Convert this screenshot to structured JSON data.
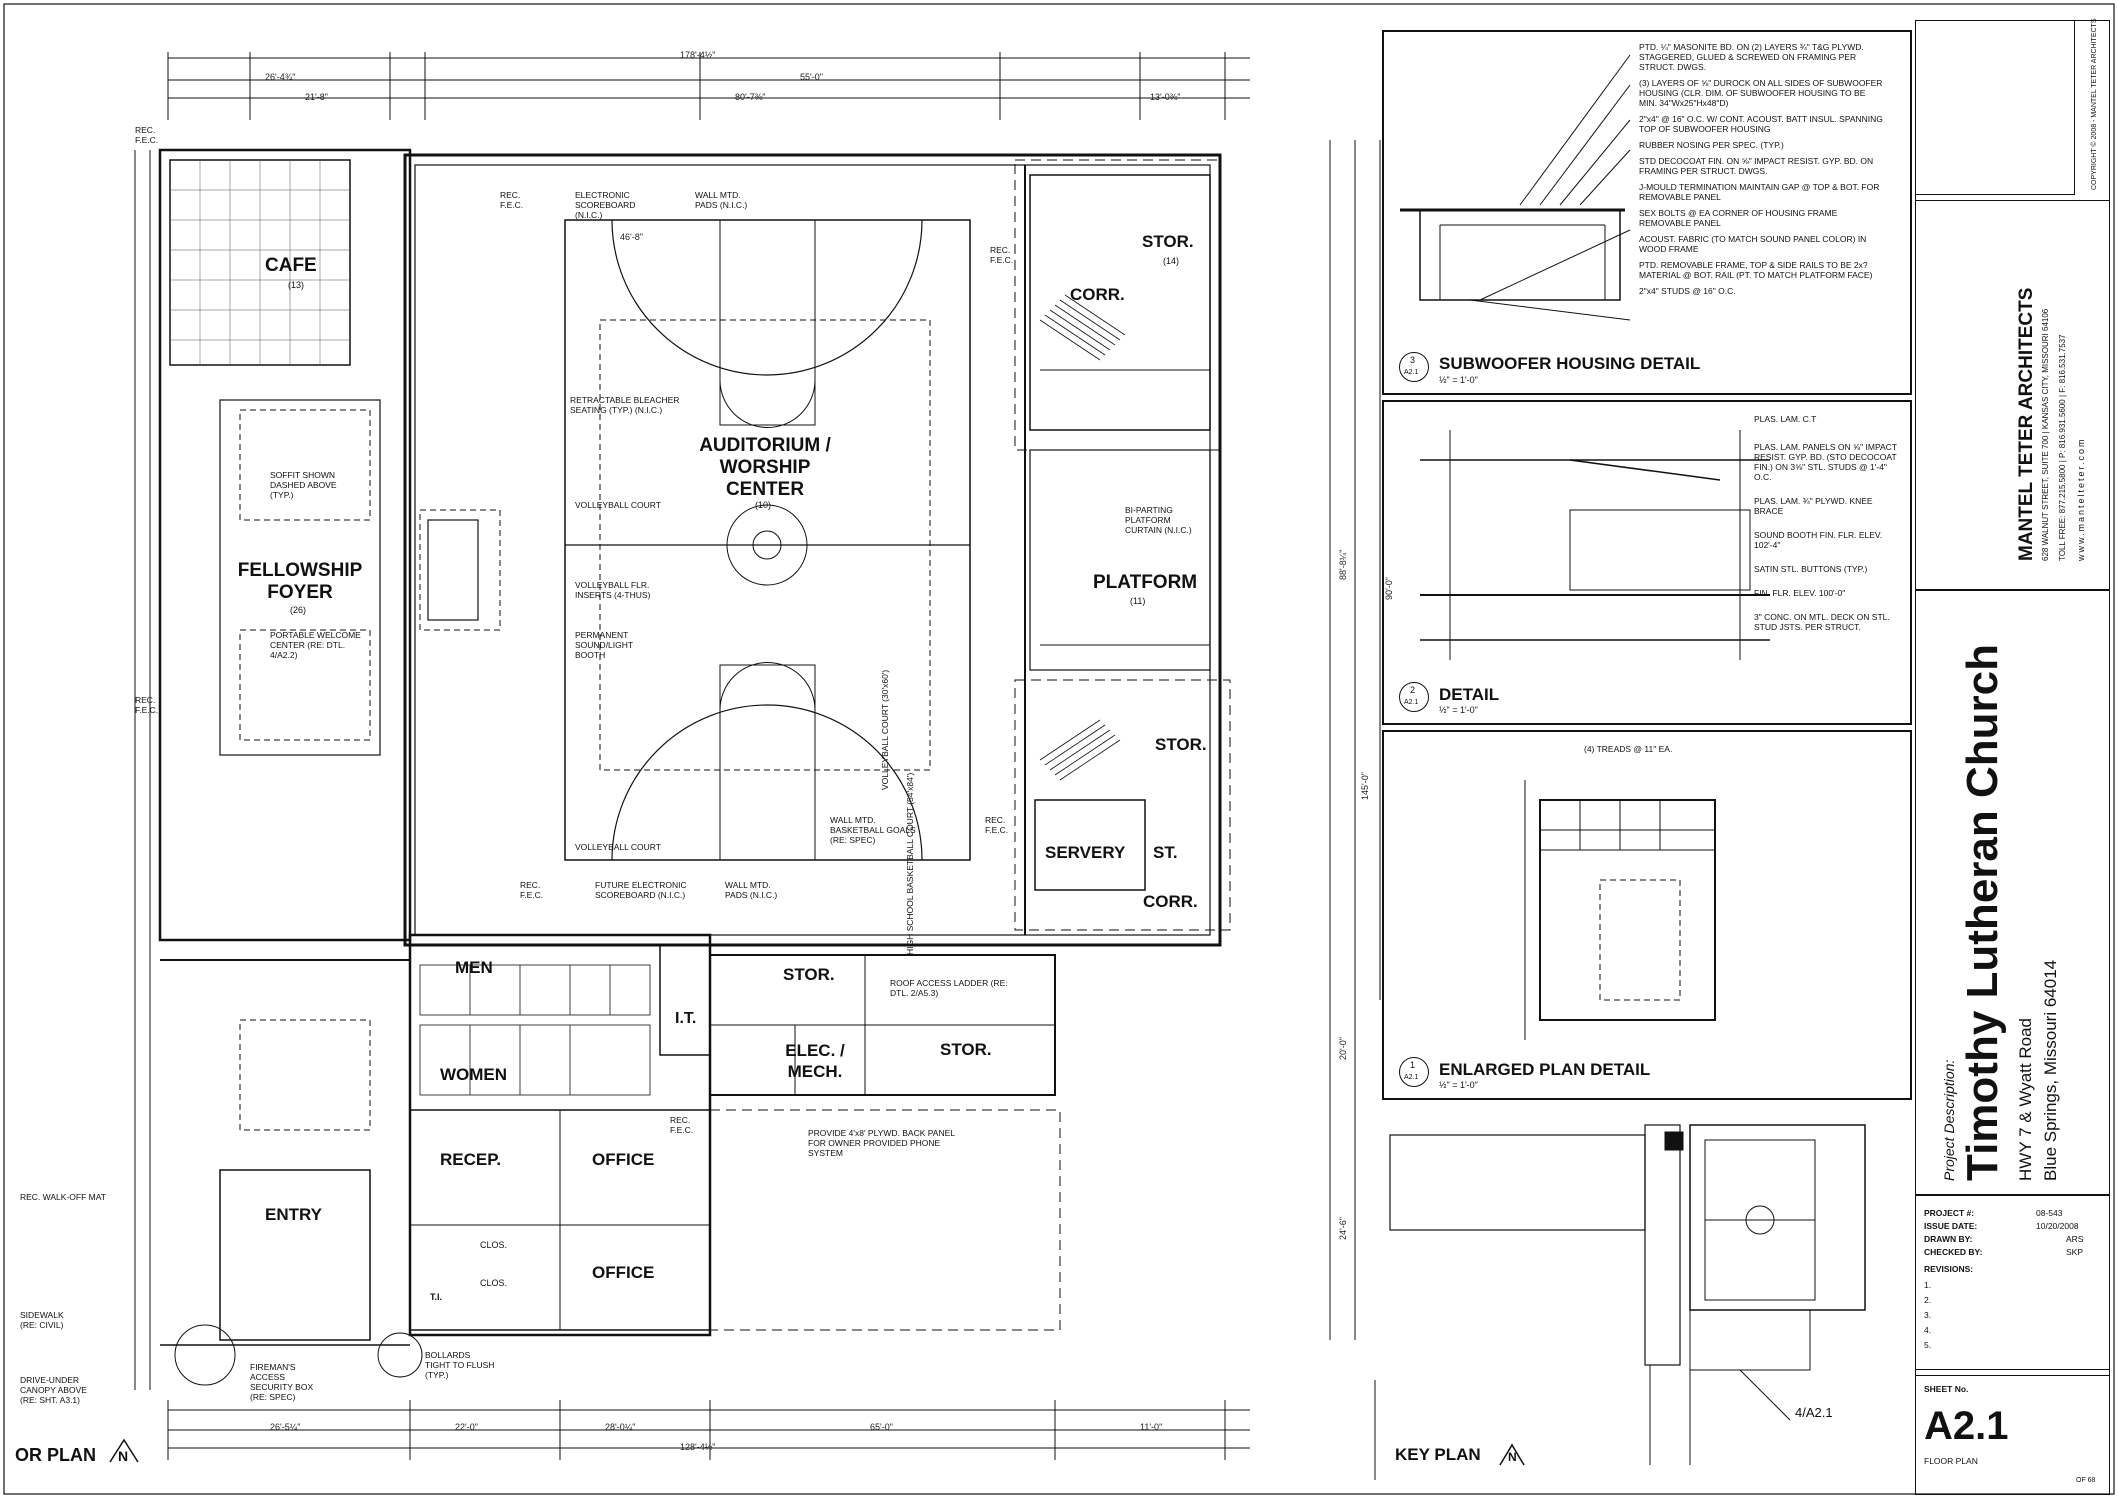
{
  "rooms": {
    "cafe": "CAFE",
    "cafe_num": "(13)",
    "auditorium": "AUDITORIUM / WORSHIP CENTER",
    "auditorium_num": "(10)",
    "fellowship": "FELLOWSHIP FOYER",
    "fellowship_num": "(26)",
    "platform": "PLATFORM",
    "platform_num": "(11)",
    "stor1": "STOR.",
    "stor1_num": "(14)",
    "corr1": "CORR.",
    "stor2": "STOR.",
    "servery": "SERVERY",
    "st": "ST.",
    "corr2": "CORR.",
    "men": "MEN",
    "women": "WOMEN",
    "it": "I.T.",
    "stor3": "STOR.",
    "elec": "ELEC. / MECH.",
    "stor4": "STOR.",
    "recep": "RECEP.",
    "office1": "OFFICE",
    "office2": "OFFICE",
    "entry": "ENTRY",
    "clos1": "CLOS.",
    "clos2": "CLOS.",
    "ti": "T.I."
  },
  "notes": {
    "rec_fec": "REC. F.E.C.",
    "electronic_scoreboard": "ELECTRONIC SCOREBOARD (N.I.C.)",
    "wall_pads": "WALL MTD. PADS (N.I.C.)",
    "retractable": "RETRACTABLE BLEACHER SEATING (TYP.) (N.I.C.)",
    "soffit": "SOFFIT SHOWN DASHED ABOVE (TYP.)",
    "portable": "PORTABLE WELCOME CENTER (RE: DTL. 4/A2.2)",
    "volleyball_court": "VOLLEYBALL COURT",
    "volleyball_inserts": "VOLLEYBALL FLR. INSERTS (4-THUS)",
    "sound_booth": "PERMANENT SOUND/LIGHT BOOTH",
    "bi_parting": "BI-PARTING PLATFORM CURTAIN (N.I.C.)",
    "basketball_goals": "WALL MTD. BASKETBALL GOALS (RE: SPEC)",
    "future_scoreboard": "FUTURE ELECTRONIC SCOREBOARD (N.I.C.)",
    "roof_ladder": "ROOF ACCESS LADDER (RE: DTL. 2/A5.3)",
    "phone_panel": "PROVIDE 4'x8' PLYWD. BACK PANEL FOR OWNER PROVIDED PHONE SYSTEM",
    "walk_off": "REC. WALK-OFF MAT",
    "sidewalk": "SIDEWALK (RE: CIVIL)",
    "drive_under": "DRIVE-UNDER CANOPY ABOVE (RE: SHT. A3.1)",
    "firemans": "FIREMAN'S ACCESS SECURITY BOX (RE: SPEC)",
    "bollards": "BOLLARDS TIGHT TO FLUSH (TYP.)",
    "hs_court": "HIGH SCHOOL BASKETBALL COURT (54'x84')",
    "volleyball_side": "VOLLEYBALL COURT (30'x60')"
  },
  "dimensions": {
    "overall_width": "178'-4½\"",
    "top_b": "55'-0\"",
    "top_c": "26'-4¾\"",
    "top_d": "80'-7⅜\"",
    "top_e": "21'-8\"",
    "top_f": "13'-0⅜\"",
    "court_w": "46'-8\"",
    "bot_a": "26'-5¼\"",
    "bot_b": "22'-0\"",
    "bot_c": "28'-0¼\"",
    "bot_d": "65'-0\"",
    "bot_e": "11'-0\"",
    "bot_overall": "128'-4½\"",
    "side_a": "88'-8¼\"",
    "side_b": "145'-0\"",
    "side_c": "90'-0\"",
    "side_d": "20'-0\"",
    "side_e": "24'-6\""
  },
  "floor_plan_label": "OR PLAN",
  "north": "N",
  "subwoofer": {
    "title": "SUBWOOFER HOUSING DETAIL",
    "scale": "½\" = 1'-0\"",
    "num": "3",
    "sheet": "A2.1",
    "notes": [
      "PTD. ¼\" MASONITE BD. ON (2) LAYERS ¾\" T&G PLYWD. STAGGERED, GLUED & SCREWED ON FRAMING PER STRUCT. DWGS.",
      "(3) LAYERS OF ⅝\" DUROCK ON ALL SIDES OF SUBWOOFER HOUSING (CLR. DIM. OF SUBWOOFER HOUSING TO BE MIN. 34\"Wx25\"Hx48\"D)",
      "2\"x4\" @ 16\" O.C. W/ CONT. ACOUST. BATT INSUL. SPANNING TOP OF SUBWOOFER HOUSING",
      "RUBBER NOSING PER SPEC. (TYP.)",
      "STD DECOCOAT FIN. ON ⅝\" IMPACT RESIST. GYP. BD. ON FRAMING PER STRUCT. DWGS.",
      "J-MOULD TERMINATION MAINTAIN GAP @ TOP & BOT. FOR REMOVABLE PANEL",
      "SEX BOLTS @ EA CORNER OF HOUSING FRAME REMOVABLE PANEL",
      "ACOUST. FABRIC (TO MATCH SOUND PANEL COLOR) IN WOOD FRAME",
      "PTD. REMOVABLE FRAME, TOP & SIDE RAILS TO BE 2x? MATERIAL @ BOT. RAIL (PT. TO MATCH PLATFORM FACE)",
      "2\"x4\" STUDS @ 16\" O.C."
    ]
  },
  "detail": {
    "title": "DETAIL",
    "scale": "½\" = 1'-0\"",
    "num": "2",
    "sheet": "A2.1",
    "notes": [
      "PLAS. LAM. C.T",
      "PLAS. LAM. PANELS ON ⅝\" IMPACT RESIST. GYP. BD. (STO DECOCOAT FIN.) ON 3⅝\" STL. STUDS @ 1'-4\" O.C.",
      "PLAS. LAM. ¾\" PLYWD. KNEE BRACE",
      "SOUND BOOTH FIN. FLR. ELEV. 102'-4\"",
      "SATIN STL. BUTTONS (TYP.)",
      "FIN. FLR. ELEV. 100'-0\"",
      "3\" CONC. ON MTL. DECK ON STL. STUD JSTS. PER STRUCT."
    ]
  },
  "enlarged": {
    "title": "ENLARGED PLAN DETAIL",
    "scale": "½\" = 1'-0\"",
    "num": "1",
    "sheet": "A2.1",
    "treads": "(4) TREADS @ 11\" EA."
  },
  "key_plan": {
    "title": "KEY PLAN",
    "callout": "4/A2.1"
  },
  "firm": {
    "name": "MANTEL TETER ARCHITECTS",
    "address": "628 WALNUT STREET, SUITE 700 | KANSAS CITY, MISSOURI 64106",
    "phone": "TOLL FREE: 877.215.5800 | P: 816.931.5600 | F: 816.531.7537",
    "web": "www.mantelteter.com",
    "copyright": "COPYRIGHT © 2008 - MANTEL TETER ARCHITECTS"
  },
  "project": {
    "label": "Project Description:",
    "name": "Timothy Lutheran Church",
    "road": "HWY 7 & Wyatt Road",
    "city": "Blue Springs, Missouri 64014"
  },
  "info": {
    "project_no_label": "PROJECT #:",
    "project_no": "08-543",
    "issue_date_label": "ISSUE DATE:",
    "issue_date": "10/20/2008",
    "drawn_label": "DRAWN BY:",
    "drawn": "ARS",
    "checked_label": "CHECKED BY:",
    "checked": "SKP",
    "revisions_label": "REVISIONS:",
    "revisions": [
      "1.",
      "2.",
      "3.",
      "4.",
      "5."
    ]
  },
  "sheet": {
    "label": "SHEET No.",
    "number": "A2.1",
    "title": "FLOOR PLAN",
    "of": "OF 68"
  }
}
